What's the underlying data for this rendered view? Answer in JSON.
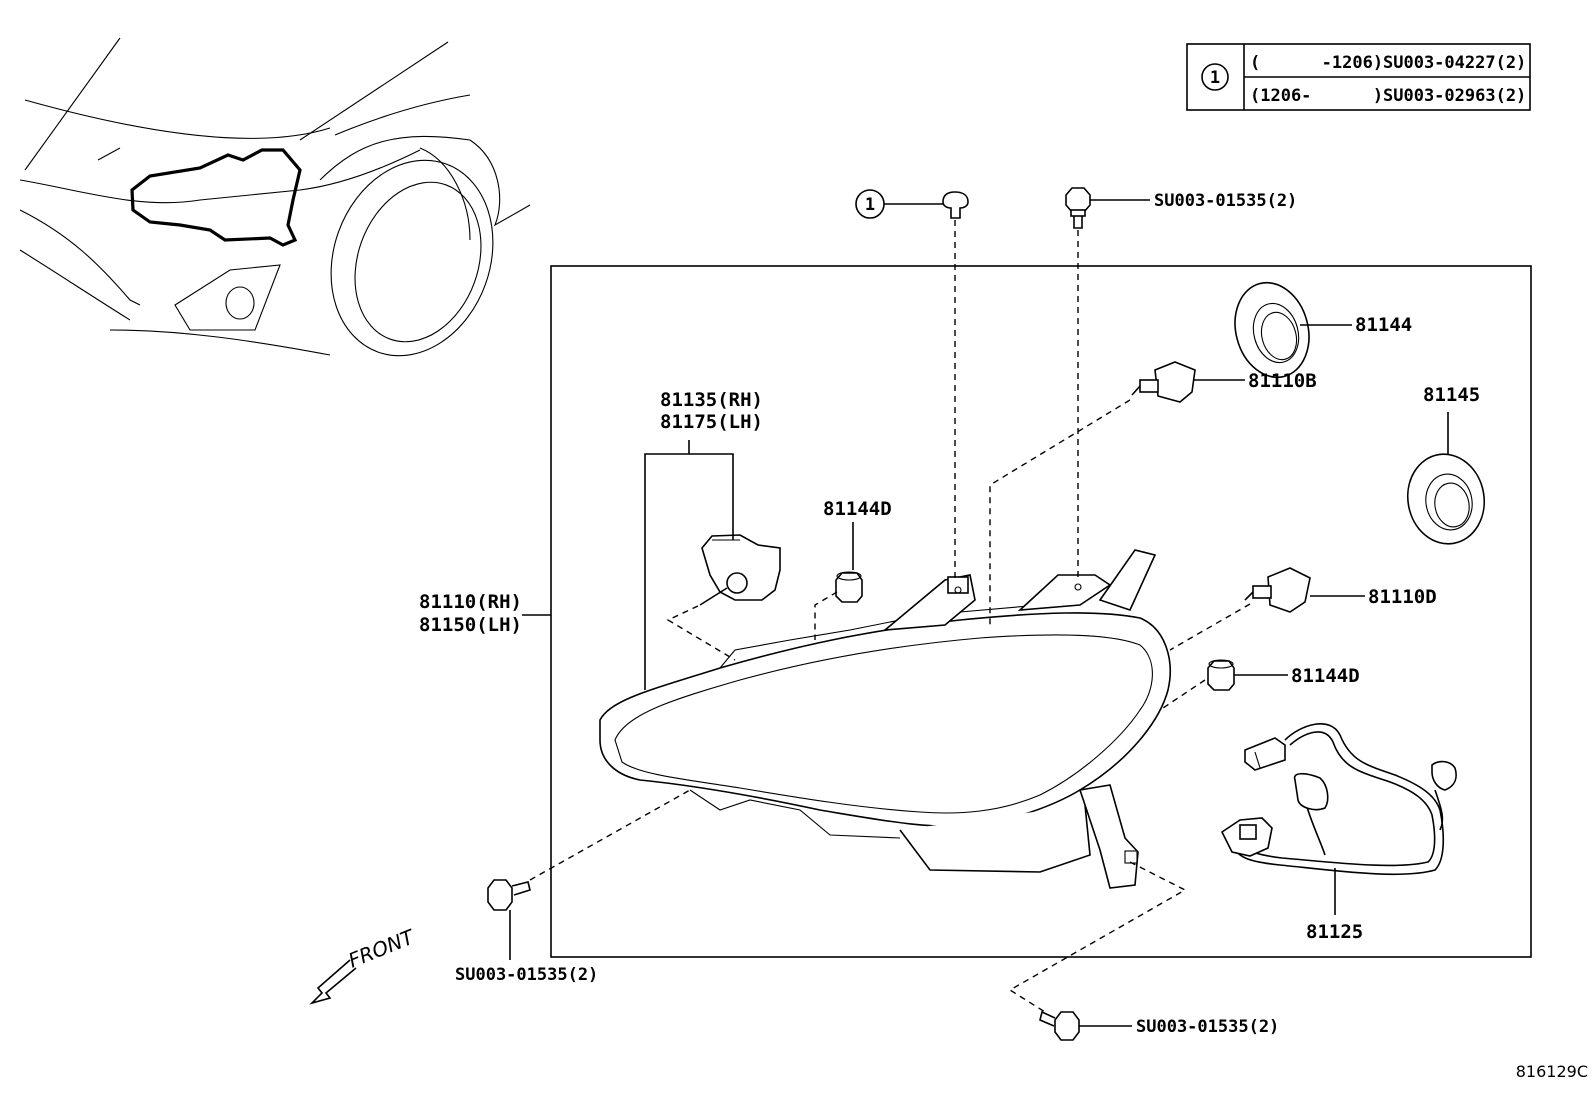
{
  "legend_table": {
    "marker": "1",
    "rows": [
      {
        "range": "(      -1206)",
        "part": "SU003-04227(2)"
      },
      {
        "range": "(1206-      )",
        "part": "SU003-02963(2)"
      }
    ]
  },
  "callouts": {
    "clip_marker": "1",
    "bolt_top": "SU003-01535(2)",
    "bolt_left": "SU003-01535(2)",
    "bolt_bottom": "SU003-01535(2)",
    "seal_81144": "81144",
    "bulb_81110b": "81110B",
    "cap_81145": "81145",
    "bulb_81110d": "81110D",
    "cap_81144d_right": "81144D",
    "cap_81144d_left": "81144D",
    "socket_rh": "81135(RH)",
    "socket_lh": "81175(LH)",
    "headlamp_rh": "81110(RH)",
    "headlamp_lh": "81150(LH)",
    "wiring_81125": "81125",
    "front_arrow": "FRONT"
  },
  "diagram_code": "816129C"
}
